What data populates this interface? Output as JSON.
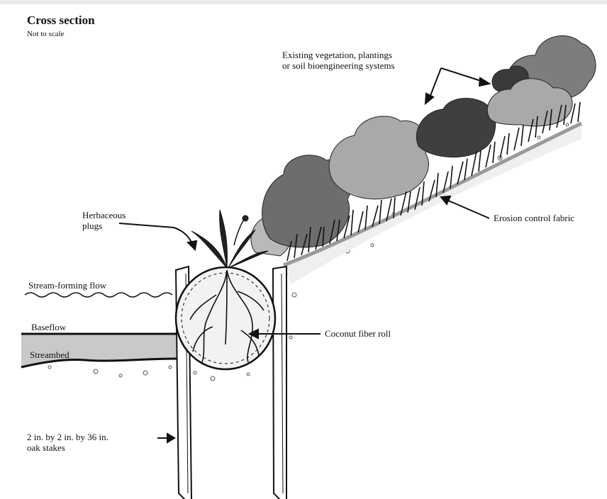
{
  "title": "Cross section",
  "subtitle": "Not to scale",
  "labels": {
    "vegetation": [
      "Existing vegetation, plantings",
      "or soil bioengineering systems"
    ],
    "herbaceous": [
      "Herbaceous",
      "plugs"
    ],
    "erosion_fabric": "Erosion control fabric",
    "stream_flow": "Stream-forming flow",
    "baseflow": "Baseflow",
    "streambed": "Streambed",
    "coconut_roll": "Coconut fiber roll",
    "stakes": [
      "2 in. by 2 in. by 36 in.",
      "oak stakes"
    ]
  },
  "colors": {
    "ink": "#111111",
    "bush_dark": "#3a3a3a",
    "bush_mid": "#6d6d6d",
    "bush_light": "#a9a9a9",
    "water_gray": "#c9c9c9",
    "fabric_gray": "#9a9a9a"
  }
}
